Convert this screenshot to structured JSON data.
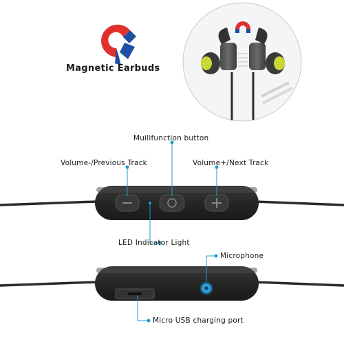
{
  "header": {
    "title": "Magnetic Earbuds",
    "magnet_icon": "horseshoe-magnet-icon"
  },
  "controls": {
    "multifunction": "Muilifunction button",
    "volume_down": "Volume-/Previous Track",
    "volume_up": "Volume+/Next Track",
    "led": "LED Indicator Light",
    "microphone": "Microphone",
    "usb_port": "Micro USB charging port"
  },
  "colors": {
    "accent": "#1e9ad6",
    "magnet_red": "#e0302e",
    "magnet_blue": "#1f4fa3",
    "earbud_tip": "#c9d634",
    "remote": "#2a2a2a"
  }
}
